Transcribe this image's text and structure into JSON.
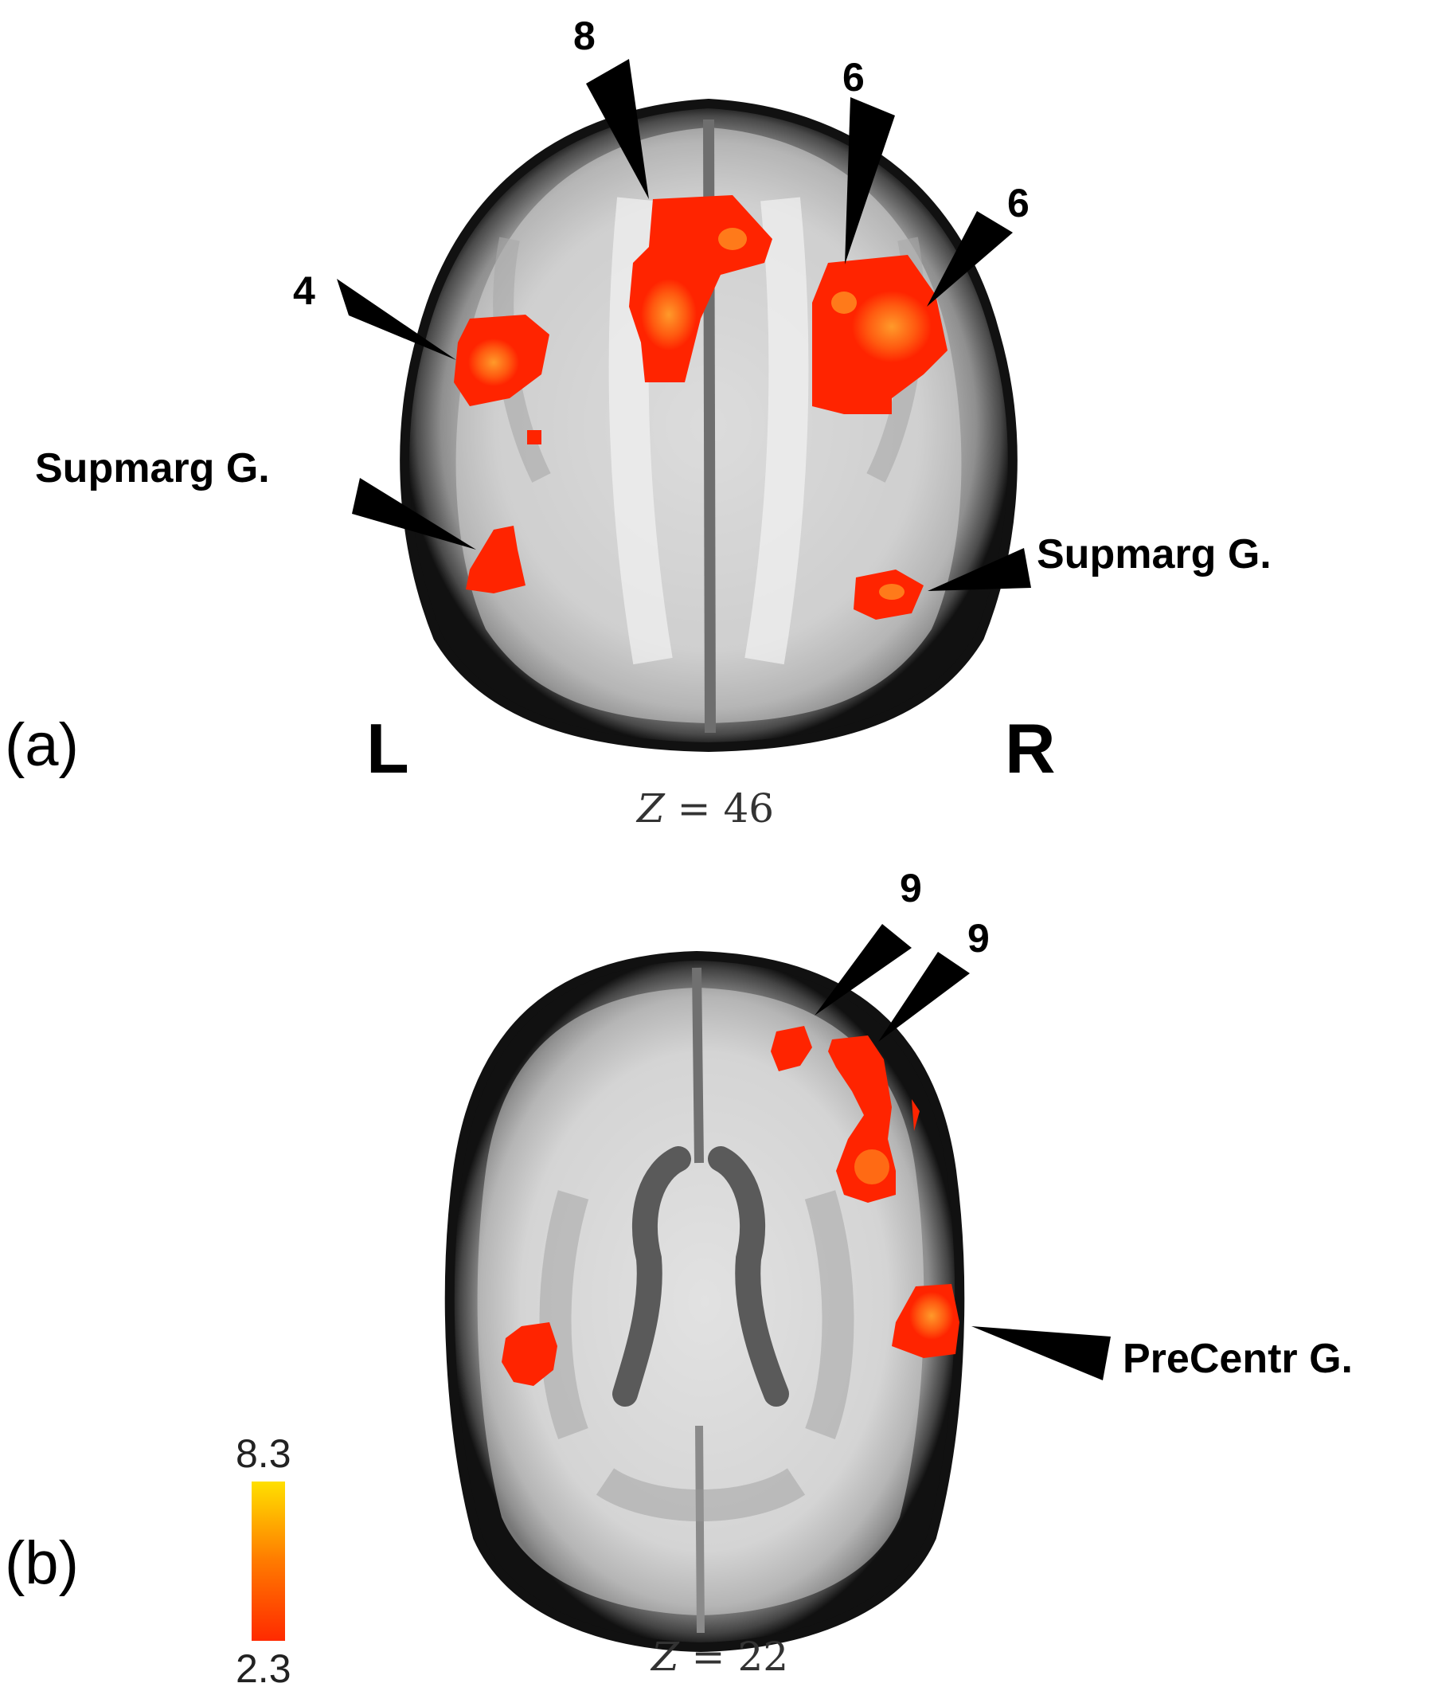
{
  "panels": [
    {
      "letter": "(a)",
      "left_marker": "L",
      "right_marker": "R",
      "slice_var": "Z",
      "slice_value": "= 46",
      "annotations": [
        "8",
        "6",
        "6",
        "4",
        "Supmarg G.",
        "Supmarg G."
      ]
    },
    {
      "letter": "(b)",
      "slice_var": "Z",
      "slice_value": "= 22",
      "annotations": [
        "9",
        "9",
        "PreCentr G."
      ]
    }
  ],
  "colorbar": {
    "max": "8.3",
    "min": "2.3",
    "color_low": "#ff2a00",
    "color_high": "#ffe000"
  },
  "colors": {
    "activation": "#ff2400",
    "activation_peak": "#ff8c1a",
    "brain_gray": "#9a9a9a",
    "white_matter": "#e9e9e9",
    "pointer": "#000000"
  }
}
